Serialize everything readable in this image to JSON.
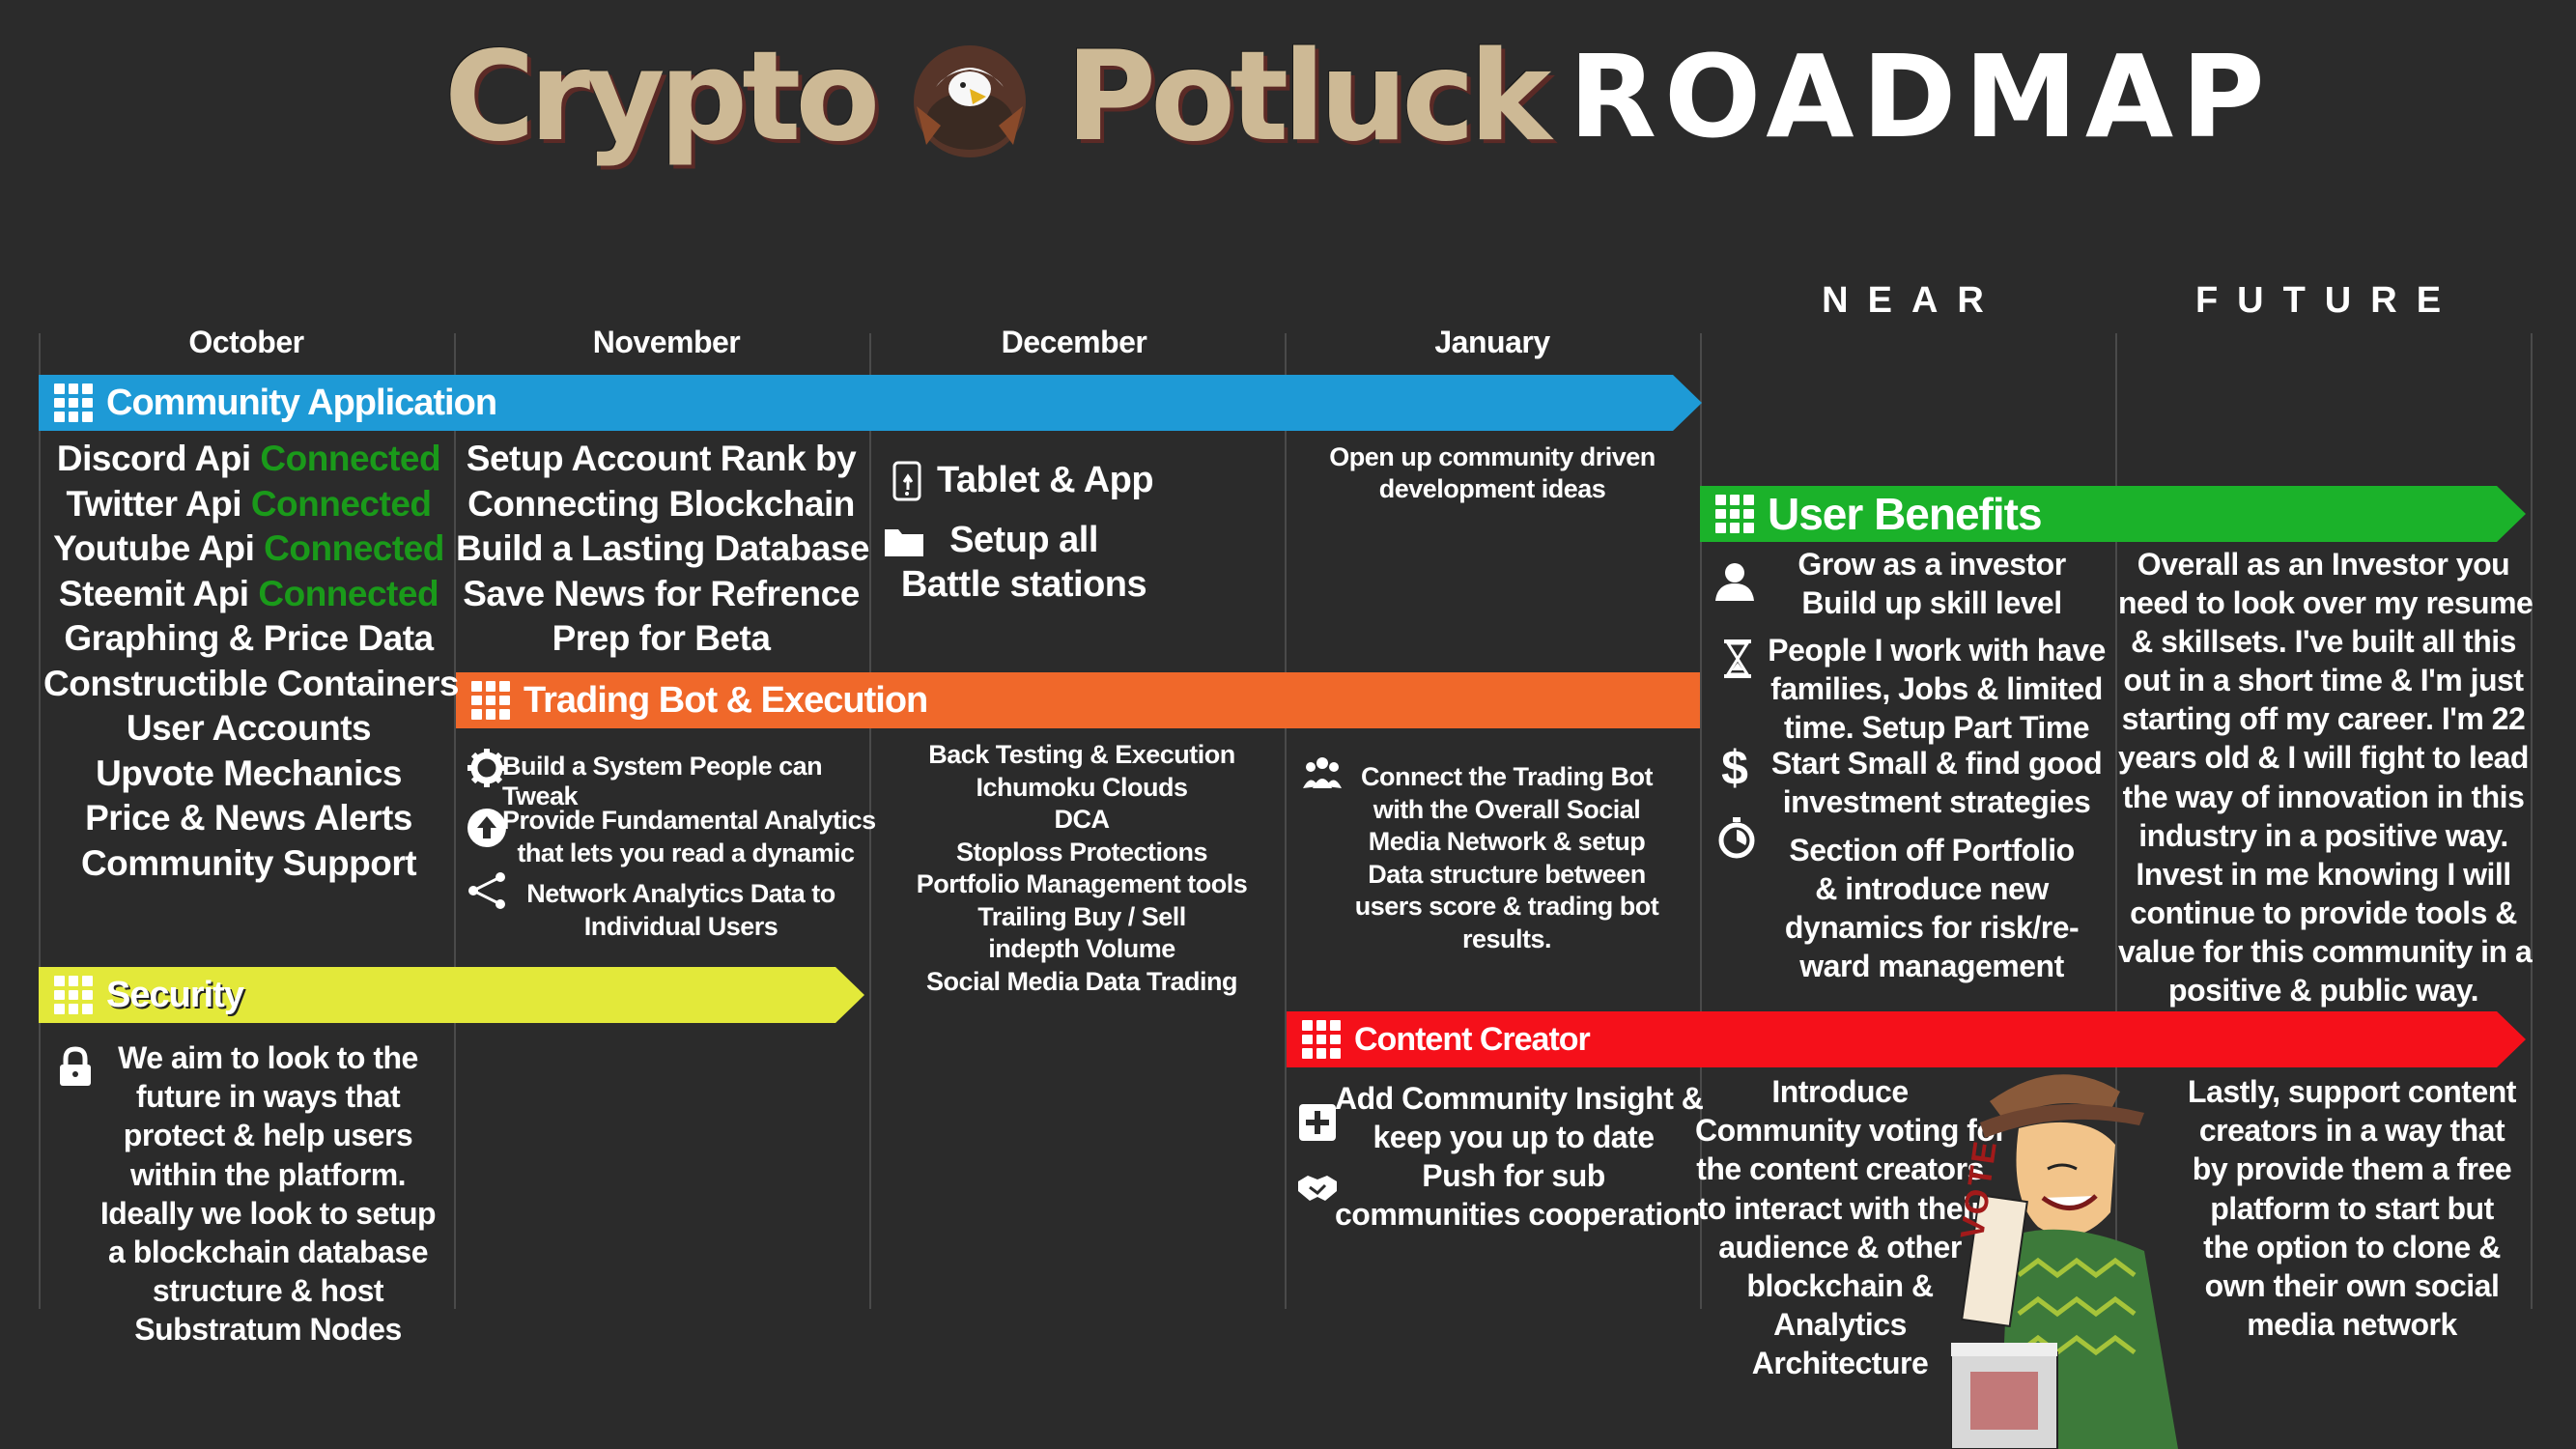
{
  "title": {
    "word1": "Crypto",
    "word2": "Potluck",
    "word3": "ROADMAP"
  },
  "months": [
    "October",
    "November",
    "December",
    "January"
  ],
  "near": "NEAR",
  "future": "FUTURE",
  "banners": {
    "community": "Community Application",
    "trading": "Trading Bot & Execution",
    "security": "Security",
    "user_benefits": "User Benefits",
    "content_creator": "Content Creator"
  },
  "colors": {
    "community": "#1e9ad6",
    "trading": "#f0682a",
    "security": "#e3e93a",
    "user_benefits": "#1bb22a",
    "content_creator": "#f5101a",
    "connected": "#1a9a1a",
    "background": "#2b2b2b"
  },
  "october": {
    "apis": [
      {
        "name": "Discord Api",
        "status": "Connected"
      },
      {
        "name": "Twitter Api",
        "status": "Connected"
      },
      {
        "name": "Youtube Api",
        "status": "Connected"
      },
      {
        "name": "Steemit Api",
        "status": "Connected"
      }
    ],
    "items": [
      "Graphing & Price Data",
      "Constructible Containers",
      "User Accounts",
      "Upvote Mechanics",
      "Price & News Alerts",
      "Community Support"
    ]
  },
  "november": {
    "items": [
      "Setup Account Rank by",
      "Connecting Blockchain",
      "Build a Lasting Database",
      "Save News for Refrence",
      "Prep for Beta"
    ],
    "trading": [
      {
        "icon": "gear-icon",
        "text": [
          "Build a System People can Tweak"
        ]
      },
      {
        "icon": "upload-circle-icon",
        "text": [
          "Provide Fundamental Analytics",
          "that lets you read a dynamic"
        ]
      },
      {
        "icon": "share-network-icon",
        "text": [
          "Network Analytics Data to",
          "Individual Users"
        ]
      }
    ]
  },
  "december": {
    "tablet": "Tablet & App",
    "setup": [
      "Setup all",
      "Battle stations"
    ],
    "trading": [
      "Back Testing & Execution",
      "Ichumoku Clouds",
      "DCA",
      "Stoploss Protections",
      "Portfolio Management tools",
      "Trailing Buy / Sell",
      "indepth Volume",
      "Social Media Data Trading"
    ]
  },
  "january": {
    "community": [
      "Open up community driven",
      "development ideas"
    ],
    "trading": [
      "Connect the Trading Bot",
      "with the Overall Social",
      "Media Network & setup",
      "Data structure between",
      "users score & trading bot",
      "results."
    ]
  },
  "security_text": [
    "We aim to look to the",
    "future in ways that",
    "protect & help users",
    "within the platform.",
    "Ideally we look to setup",
    "a blockchain database",
    "structure & host",
    "Substratum Nodes"
  ],
  "user_benefits": [
    {
      "icon": "user-icon",
      "text": [
        "Grow as a investor",
        "Build up skill level"
      ]
    },
    {
      "icon": "hourglass-icon",
      "text": [
        "People I work with have",
        "families, Jobs & limited",
        "time. Setup Part Time"
      ]
    },
    {
      "icon": "dollar-icon",
      "text": [
        "Start Small & find good",
        "investment strategies"
      ]
    },
    {
      "icon": "stopwatch-icon",
      "text": [
        "Section off Portfolio",
        "& introduce new",
        "dynamics for risk/re-",
        "ward management"
      ]
    }
  ],
  "future_text": [
    "Overall as an Investor you",
    "need to look over my resume",
    "& skillsets. I've built all this",
    "out in a short time & I'm just",
    "starting off my career. I'm 22",
    "years old & I will fight to lead",
    "the way of innovation in this",
    "industry in a positive way.",
    "Invest in me knowing I will",
    "continue to provide tools &",
    "value for this community in a",
    "positive & public way."
  ],
  "content_creator": {
    "january": [
      "Add Community Insight &",
      "keep you up to date",
      "Push for sub",
      "communities cooperation"
    ],
    "near": [
      "Introduce",
      "Community voting for",
      "the content creators",
      "to interact with their",
      "audience & other",
      "blockchain &",
      "Analytics",
      "Architecture"
    ],
    "future": [
      "Lastly, support content",
      "creators in a way that",
      "by provide them a free",
      "platform to start but",
      "the option to clone &",
      "own their own social",
      "media network"
    ]
  },
  "vote_sign": "VOTE"
}
